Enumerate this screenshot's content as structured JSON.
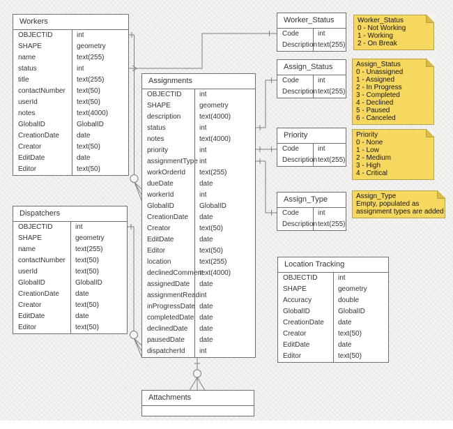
{
  "colors": {
    "canvas_bg": "#F4F3F1",
    "table_fill": "#FFFFFF",
    "table_border": "#6E6E6E",
    "text": "#333333",
    "connector": "#7D7D7D",
    "note_fill": "#F6D75F",
    "note_border": "#B3A246",
    "note_fold": "#D9BA44"
  },
  "tables": [
    {
      "id": "workers",
      "title": "Workers",
      "fields": [
        {
          "name": "OBJECTID",
          "type": "int"
        },
        {
          "name": "SHAPE",
          "type": "geometry"
        },
        {
          "name": "name",
          "type": "text(255)"
        },
        {
          "name": "status",
          "type": "int"
        },
        {
          "name": "title",
          "type": "text(255)"
        },
        {
          "name": "contactNumber",
          "type": "text(50)"
        },
        {
          "name": "userId",
          "type": "text(50)"
        },
        {
          "name": "notes",
          "type": "text(4000)"
        },
        {
          "name": "GlobalID",
          "type": "GlobalID"
        },
        {
          "name": "CreationDate",
          "type": "date"
        },
        {
          "name": "Creator",
          "type": "text(50)"
        },
        {
          "name": "EditDate",
          "type": "date"
        },
        {
          "name": "Editor",
          "type": "text(50)"
        }
      ]
    },
    {
      "id": "dispatchers",
      "title": "Dispatchers",
      "fields": [
        {
          "name": "OBJECTID",
          "type": "int"
        },
        {
          "name": "SHAPE",
          "type": "geometry"
        },
        {
          "name": "name",
          "type": "text(255)"
        },
        {
          "name": "contactNumber",
          "type": "text(50)"
        },
        {
          "name": "userId",
          "type": "text(50)"
        },
        {
          "name": "GlobalID",
          "type": "GlobalID"
        },
        {
          "name": "CreationDate",
          "type": "date"
        },
        {
          "name": "Creator",
          "type": "text(50)"
        },
        {
          "name": "EditDate",
          "type": "date"
        },
        {
          "name": "Editor",
          "type": "text(50)"
        }
      ]
    },
    {
      "id": "assignments",
      "title": "Assignments",
      "fields": [
        {
          "name": "OBJECTID",
          "type": "int"
        },
        {
          "name": "SHAPE",
          "type": "geometry"
        },
        {
          "name": "description",
          "type": "text(4000)"
        },
        {
          "name": "status",
          "type": "int"
        },
        {
          "name": "notes",
          "type": "text(4000)"
        },
        {
          "name": "priority",
          "type": "int"
        },
        {
          "name": "assignmentType",
          "type": "int"
        },
        {
          "name": "workOrderId",
          "type": "text(255)"
        },
        {
          "name": "dueDate",
          "type": "date"
        },
        {
          "name": "workerId",
          "type": "int"
        },
        {
          "name": "GlobalID",
          "type": "GlobalID"
        },
        {
          "name": "CreationDate",
          "type": "date"
        },
        {
          "name": "Creator",
          "type": "text(50)"
        },
        {
          "name": "EditDate",
          "type": "date"
        },
        {
          "name": "Editor",
          "type": "text(50)"
        },
        {
          "name": "location",
          "type": "text(255)"
        },
        {
          "name": "declinedComment",
          "type": "text(4000)"
        },
        {
          "name": "assignedDate",
          "type": "date"
        },
        {
          "name": "assignmentRead",
          "type": "int"
        },
        {
          "name": "inProgressDate",
          "type": "date"
        },
        {
          "name": "completedDate",
          "type": "date"
        },
        {
          "name": "declinedDate",
          "type": "date"
        },
        {
          "name": "pausedDate",
          "type": "date"
        },
        {
          "name": "dispatcherId",
          "type": "int"
        }
      ]
    },
    {
      "id": "worker_status",
      "title": "Worker_Status",
      "fields": [
        {
          "name": "Code",
          "type": "int"
        },
        {
          "name": "Description",
          "type": "text(255)"
        }
      ]
    },
    {
      "id": "assign_status",
      "title": "Assign_Status",
      "fields": [
        {
          "name": "Code",
          "type": "int"
        },
        {
          "name": "Description",
          "type": "text(255)"
        }
      ]
    },
    {
      "id": "priority",
      "title": "Priority",
      "fields": [
        {
          "name": "Code",
          "type": "int"
        },
        {
          "name": "Description",
          "type": "text(255)"
        }
      ]
    },
    {
      "id": "assign_type",
      "title": "Assign_Type",
      "fields": [
        {
          "name": "Code",
          "type": "int"
        },
        {
          "name": "Description",
          "type": "text(255)"
        }
      ]
    },
    {
      "id": "location_tracking",
      "title": "Location Tracking",
      "fields": [
        {
          "name": "OBJECTID",
          "type": "int"
        },
        {
          "name": "SHAPE",
          "type": "geometry"
        },
        {
          "name": "Accuracy",
          "type": "double"
        },
        {
          "name": "GlobalID",
          "type": "GlobalID"
        },
        {
          "name": "CreationDate",
          "type": "date"
        },
        {
          "name": "Creator",
          "type": "text(50)"
        },
        {
          "name": "EditDate",
          "type": "date"
        },
        {
          "name": "Editor",
          "type": "text(50)"
        }
      ]
    },
    {
      "id": "attachments",
      "title": "Attachments",
      "fields": []
    }
  ],
  "notes": [
    {
      "id": "worker_status_note",
      "title": "Worker_Status",
      "lines": [
        "0 - Not Working",
        "1 - Working",
        "2 - On Break"
      ]
    },
    {
      "id": "assign_status_note",
      "title": "Assign_Status",
      "lines": [
        "0 - Unassigned",
        "1 - Assigned",
        "2 - In Progress",
        "3 - Completed",
        "4 - Declined",
        "5 - Paused",
        "6 - Canceled"
      ]
    },
    {
      "id": "priority_note",
      "title": "Priority",
      "lines": [
        "0 - None",
        "1 - Low",
        "2 - Medium",
        "3 - High",
        "4 - Critical"
      ]
    },
    {
      "id": "assign_type_note",
      "title": "Assign_Type",
      "lines": [
        "Empty, populated as",
        "assignment types are added"
      ]
    }
  ],
  "relationships": [
    {
      "from": "Workers.OBJECTID",
      "to": "Assignments.workerId",
      "cardinality": "one to zero-or-many"
    },
    {
      "from": "Workers.status",
      "to": "Worker_Status.Code",
      "cardinality": "one"
    },
    {
      "from": "Assignments.status",
      "to": "Assign_Status.Code",
      "cardinality": "one to one"
    },
    {
      "from": "Assignments.priority",
      "to": "Priority.Code",
      "cardinality": "one to one"
    },
    {
      "from": "Assignments.assignmentType",
      "to": "Assign_Type.Code",
      "cardinality": "one to one"
    },
    {
      "from": "Dispatchers.OBJECTID",
      "to": "Assignments.dispatcherId",
      "cardinality": "one to zero-or-many"
    },
    {
      "from": "Assignments",
      "to": "Attachments",
      "cardinality": "one to zero-or-many"
    }
  ]
}
